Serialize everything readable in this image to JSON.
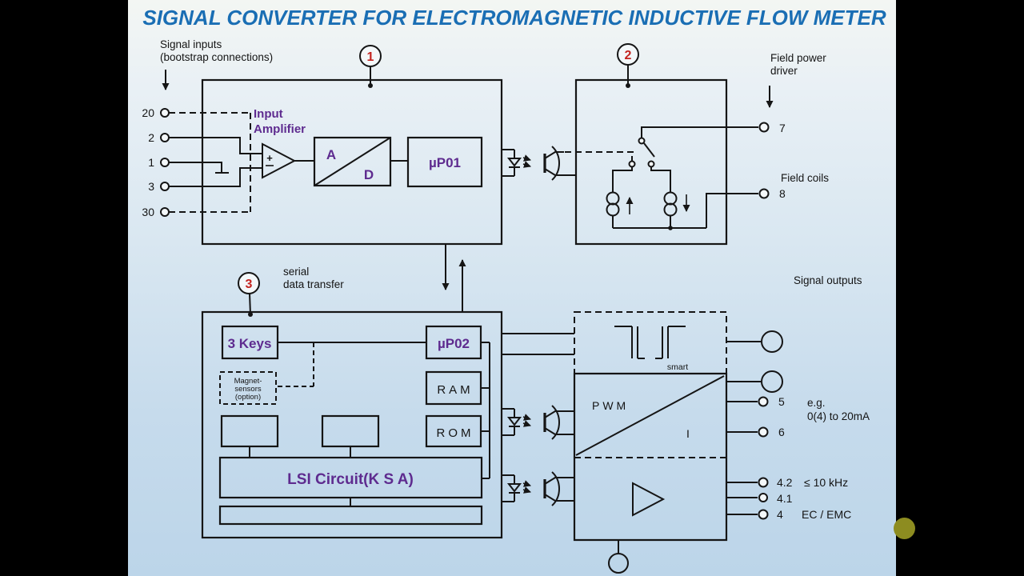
{
  "title": "SIGNAL CONVERTER FOR ELECTROMAGNETIC INDUCTIVE FLOW METER",
  "colors": {
    "title_blue": "#1a6eb4",
    "purple_text": "#5e2b8f",
    "badge_red": "#c42420",
    "line_black": "#151515",
    "background_top": "#f3f6f3",
    "background_bottom": "#bcd5e9",
    "side_bars": "#000000",
    "olive_dot": "#8d8c20"
  },
  "input_section": {
    "label_line1": "Signal inputs",
    "label_line2": "(bootstrap connections)",
    "terminals": [
      "20",
      "2",
      "1",
      "3",
      "30"
    ]
  },
  "block1": {
    "badge": "1",
    "amp_label_line1": "Input",
    "amp_label_line2": "Amplifier",
    "amp_plus": "+",
    "ad_a": "A",
    "ad_d": "D",
    "micro": "µP01"
  },
  "block2": {
    "badge": "2",
    "field_power_line1": "Field power",
    "field_power_line2": "driver",
    "terminal_7": "7",
    "field_coils": "Field coils",
    "terminal_8": "8"
  },
  "serial": {
    "line1": "serial",
    "line2": "data transfer"
  },
  "block3": {
    "badge": "3",
    "keys": "3 Keys",
    "micro": "µP02",
    "magnet_line1": "Magnet-",
    "magnet_line2": "sensors",
    "magnet_line3": "(option)",
    "ram": "RAM",
    "rom": "ROM",
    "lsi": "LSI Circuit(K S A)"
  },
  "outputs": {
    "header": "Signal outputs",
    "smart": "smart",
    "pwm": "PWM",
    "i": "I",
    "terminal_5": "5",
    "terminal_6": "6",
    "eg_line1": "e.g.",
    "eg_line2": "0(4) to 20mA",
    "terminal_42": "4.2",
    "freq": "≤ 10 kHz",
    "terminal_41": "4.1",
    "terminal_4": "4",
    "ecemc": "EC / EMC"
  }
}
